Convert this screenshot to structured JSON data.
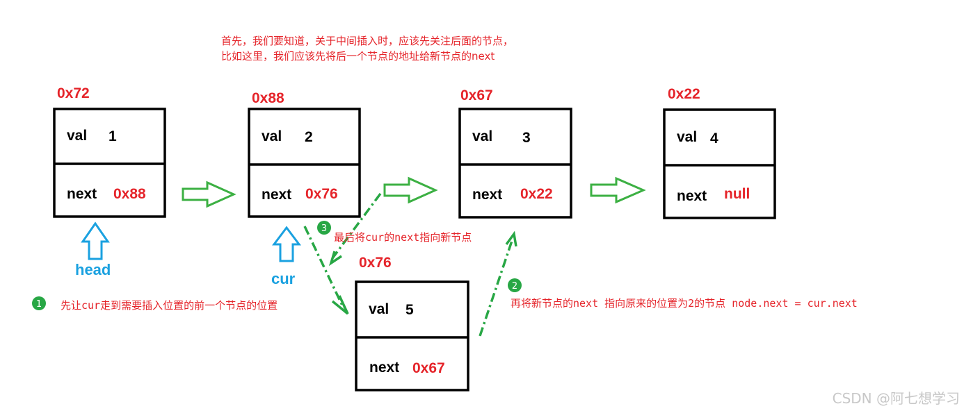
{
  "top_note": {
    "line1": "首先，我们要知道，关于中间插入时，应该先关注后面的节点，",
    "line2": "比如这里，我们应该先将后一个节点的地址给新节点的next"
  },
  "nodes": [
    {
      "id": "n1",
      "addr": "0x72",
      "val_label": "val",
      "val": "1",
      "next_label": "next",
      "next": "0x88"
    },
    {
      "id": "n2",
      "addr": "0x88",
      "val_label": "val",
      "val": "2",
      "next_label": "next",
      "next": "0x76"
    },
    {
      "id": "n3",
      "addr": "0x67",
      "val_label": "val",
      "val": "3",
      "next_label": "next",
      "next": "0x22"
    },
    {
      "id": "n4",
      "addr": "0x22",
      "val_label": "val",
      "val": "4",
      "next_label": "next",
      "next": "null"
    },
    {
      "id": "n5",
      "addr": "0x76",
      "val_label": "val",
      "val": "5",
      "next_label": "next",
      "next": "0x67"
    }
  ],
  "pointers": {
    "head": "head",
    "cur": "cur"
  },
  "steps": [
    {
      "badge": "1",
      "text": "先让cur走到需要插入位置的前一个节点的位置"
    },
    {
      "badge": "2",
      "text": "再将新节点的next 指向原来的位置为2的节点   node.next = cur.next"
    },
    {
      "badge": "3",
      "text": "最后将cur的next指向新节点"
    }
  ],
  "watermark": "CSDN @阿七想学习",
  "colors": {
    "red": "#e5242a",
    "green": "#28a745",
    "arrow_green": "#3cb043",
    "blue": "#1aa1e0",
    "black": "#000000",
    "watermark": "#c8c8c8"
  }
}
